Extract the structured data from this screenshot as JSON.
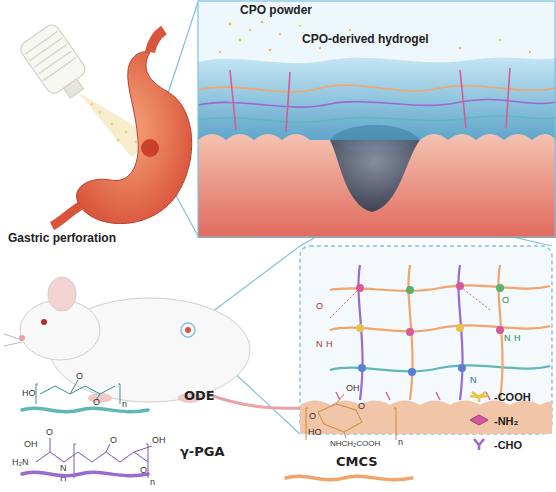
{
  "diagram": {
    "labels": [
      "CPO powder",
      "CPO-derived hydrogel",
      "Gastric perforation",
      "HO",
      "O",
      "O",
      "n",
      "O",
      "OH",
      "H₂N",
      "N",
      "H",
      "O",
      "O",
      "OH",
      "n",
      "OH",
      "O",
      "O",
      "HO",
      "NHCH₂COOH",
      "n",
      "O",
      "N",
      "H",
      "O",
      "N",
      "H",
      "N"
    ],
    "legend": [
      {
        "text": "ODE"
      },
      {
        "text": "γ-PGA"
      },
      {
        "text": "CMCS"
      },
      {
        "text": "-COOH"
      },
      {
        "text": "-NH₂"
      },
      {
        "text": "-CHO"
      }
    ]
  }
}
